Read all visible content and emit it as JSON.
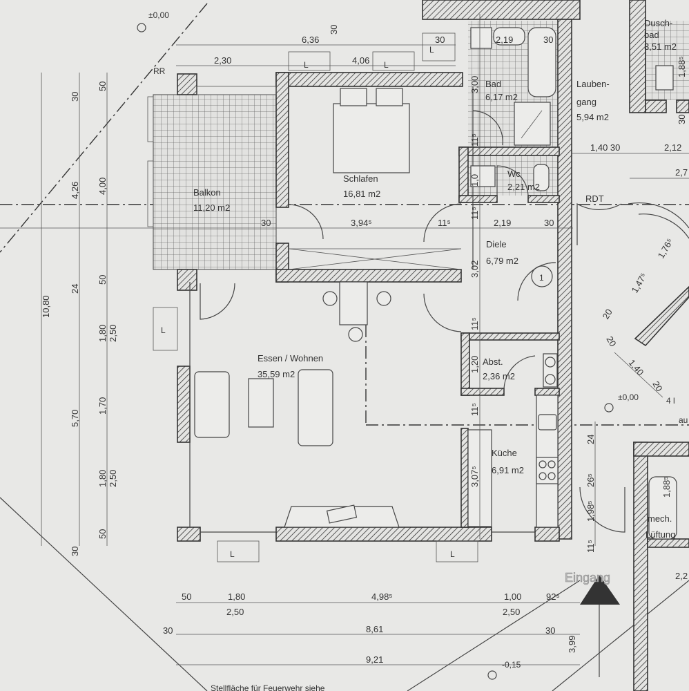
{
  "rooms": {
    "balkon": {
      "name": "Balkon",
      "area": "11,20 m2"
    },
    "schlafen": {
      "name": "Schlafen",
      "area": "16,81 m2"
    },
    "bad": {
      "name": "Bad",
      "area": "6,17 m2"
    },
    "wc": {
      "name": "Wc",
      "area": "2,21 m2"
    },
    "laubengang": {
      "name1": "Lauben-",
      "name2": "gang",
      "area": "5,94 m2"
    },
    "duschbad": {
      "name1": "Dusch-",
      "name2": "bad",
      "area": "3,51 m2"
    },
    "diele": {
      "name": "Diele",
      "area": "6,79 m2"
    },
    "abst": {
      "name": "Abst.",
      "area": "2,36 m2"
    },
    "essen_wohnen": {
      "name": "Essen / Wohnen",
      "area": "35,59 m2"
    },
    "kueche": {
      "name": "Küche",
      "area": "6,91 m2"
    },
    "mech_lueftung": {
      "name1": "mech.",
      "name2": "Lüftung"
    }
  },
  "labels": {
    "rdt": "RDT",
    "rr": "RR",
    "eingang": "Eingang",
    "level_top": "±0,00",
    "level_right": "±0,00",
    "level_bottom": "-0,15",
    "door_number": "1",
    "louvre": "L",
    "note": "Stellfläche für Feuerwehr siehe",
    "stair_frag": "4 l",
    "stair_frag2": "au"
  },
  "dimensions": {
    "top": [
      "6,36",
      "2,30",
      "4,06",
      "30",
      "2,19",
      "30",
      "30"
    ],
    "mid": [
      "30",
      "3,94⁵",
      "11⁵",
      "2,19",
      "30",
      "1,40 30",
      "2,12",
      "2,7"
    ],
    "vertical_right": [
      "3,00",
      "11⁵",
      "1,0",
      "11⁵",
      "3,02",
      "11⁵",
      "1,20",
      "11⁵",
      "3,07⁵",
      "24",
      "26⁵",
      "1,98⁵",
      "11⁵",
      "3,99",
      "1,88⁵",
      "1,88⁵",
      "30"
    ],
    "left_outer": [
      "10,80"
    ],
    "left_mid": [
      "30",
      "4,26",
      "24",
      "1,80",
      "5,70",
      "1,80",
      "30"
    ],
    "left_inner": [
      "50",
      "4,00",
      "50",
      "2,50",
      "1,70",
      "2,50",
      "50"
    ],
    "bottom_row1": [
      "50",
      "1,80",
      "4,98⁵",
      "1,00",
      "92⁵"
    ],
    "bottom_row1b": [
      "2,50",
      "2,50"
    ],
    "bottom_row2": [
      "30",
      "8,61",
      "30"
    ],
    "bottom_row3": [
      "9,21"
    ],
    "stair": [
      "1,76⁵",
      "1,47⁵",
      "20",
      "20",
      "1,40",
      "20",
      "2,2"
    ]
  }
}
